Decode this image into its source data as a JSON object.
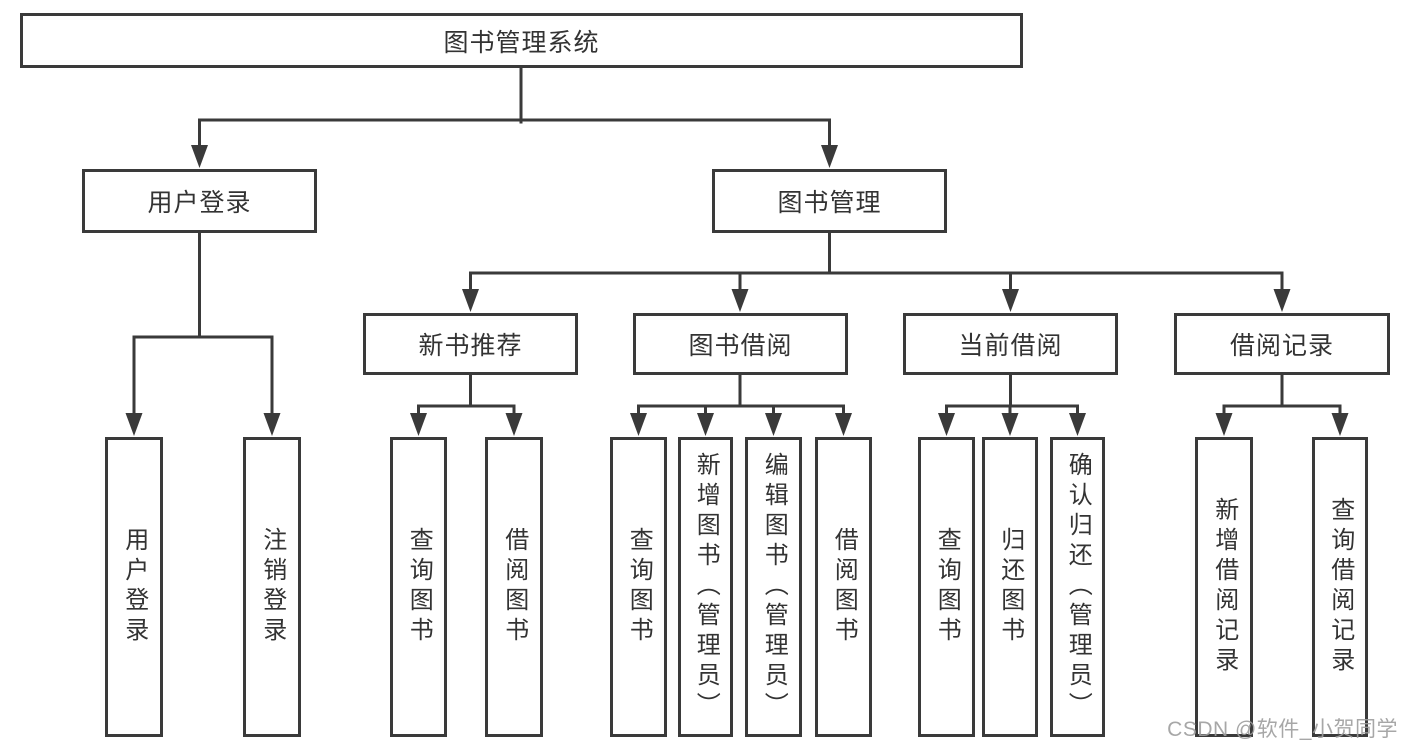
{
  "diagram": {
    "type": "hierarchy-tree",
    "colors": {
      "line": "#3a3a3a",
      "box_border": "#3a3a3a",
      "text": "#333333",
      "background": "#ffffff",
      "watermark": "#9e9e9e"
    },
    "tree": {
      "root": {
        "label": "图书管理系统"
      },
      "branches": [
        {
          "label": "用户登录",
          "children": [
            {
              "label": "用户登录"
            },
            {
              "label": "注销登录"
            }
          ]
        },
        {
          "label": "图书管理",
          "children": [
            {
              "label": "新书推荐",
              "children": [
                {
                  "label": "查询图书"
                },
                {
                  "label": "借阅图书"
                }
              ]
            },
            {
              "label": "图书借阅",
              "children": [
                {
                  "label": "查询图书"
                },
                {
                  "label": "新增图书（管理员）"
                },
                {
                  "label": "编辑图书（管理员）"
                },
                {
                  "label": "借阅图书"
                }
              ]
            },
            {
              "label": "当前借阅",
              "children": [
                {
                  "label": "查询图书"
                },
                {
                  "label": "归还图书"
                },
                {
                  "label": "确认归还（管理员）"
                }
              ]
            },
            {
              "label": "借阅记录",
              "children": [
                {
                  "label": "新增借阅记录"
                },
                {
                  "label": "查询借阅记录"
                }
              ]
            }
          ]
        }
      ]
    },
    "watermark": {
      "text": "CSDN @软件_小贺同学"
    }
  }
}
